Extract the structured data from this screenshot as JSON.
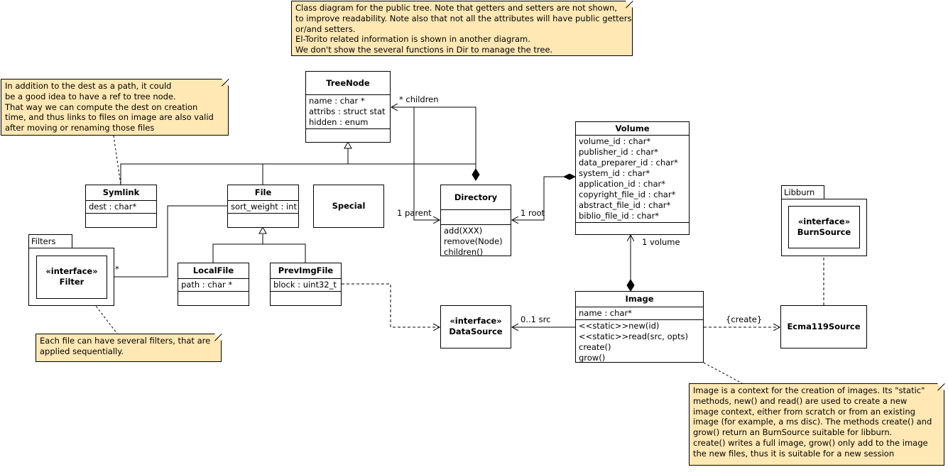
{
  "notes": {
    "top": [
      "Class diagram for the public tree. Note that getters and setters are not shown,",
      "to improve readability. Note also that not all the attributes will have public getters",
      "or/and setters.",
      "El-Torito related information is shown in another diagram.",
      "We don't show the several functions in Dir to manage the tree."
    ],
    "symlink": [
      "In addition to the dest as a path, it could",
      "be a good idea to have a ref to tree node.",
      "That way we can compute the dest on creation",
      "time, and thus links to files on image are also valid",
      "after moving or renaming those files"
    ],
    "filters": [
      "Each file can have several filters, that are",
      "applied sequentially."
    ],
    "image": [
      "Image is a context for the creation of images. Its \"static\"",
      "methods, new() and read() are used to create a new",
      "image context, either from scratch or from an existing",
      "image (for example, a ms disc). The methods create() and",
      "grow() return an BurnSource suitable for libburn.",
      "create() writes a full image, grow() only add to the image",
      "the new files, thus it is suitable for a new session"
    ]
  },
  "classes": {
    "treenode": {
      "name": "TreeNode",
      "attrs": [
        "name : char *",
        "attribs : struct stat",
        "hidden : enum"
      ]
    },
    "volume": {
      "name": "Volume",
      "attrs": [
        "volume_id : char*",
        "publisher_id : char*",
        "data_preparer_id : char*",
        "system_id : char*",
        "application_id : char*",
        "copyright_file_id : char*",
        "abstract_file_id : char*",
        "biblio_file_id : char*"
      ]
    },
    "symlink": {
      "name": "Symlink",
      "attrs": [
        "dest : char*"
      ]
    },
    "file": {
      "name": "File",
      "attrs": [
        "sort_weight : int"
      ]
    },
    "special": {
      "name": "Special"
    },
    "directory": {
      "name": "Directory",
      "ops": [
        "add(XXX)",
        "remove(Node)",
        "children()"
      ]
    },
    "localfile": {
      "name": "LocalFile",
      "attrs": [
        "path : char *"
      ]
    },
    "previmgfile": {
      "name": "PrevImgFile",
      "attrs": [
        "block : uint32_t"
      ]
    },
    "image": {
      "name": "Image",
      "attrs": [
        "name : char*"
      ],
      "ops": [
        "<<static>>new(id)",
        "<<static>>read(src, opts)",
        "create()",
        "grow()"
      ]
    },
    "filter": {
      "stereotype": "«interface»",
      "name": "Filter"
    },
    "datasource": {
      "stereotype": "«interface»",
      "name": "DataSource"
    },
    "burnsource": {
      "stereotype": "«interface»",
      "name": "BurnSource"
    },
    "ecma119source": {
      "name": "Ecma119Source"
    }
  },
  "packages": {
    "filters": "Filters",
    "libburn": "Libburn"
  },
  "labels": {
    "children": "* children",
    "parent": "1 parent",
    "root": "1 root",
    "volume": "1 volume",
    "src": "0..1 src",
    "create": "{create}",
    "filter_mult": "*"
  }
}
